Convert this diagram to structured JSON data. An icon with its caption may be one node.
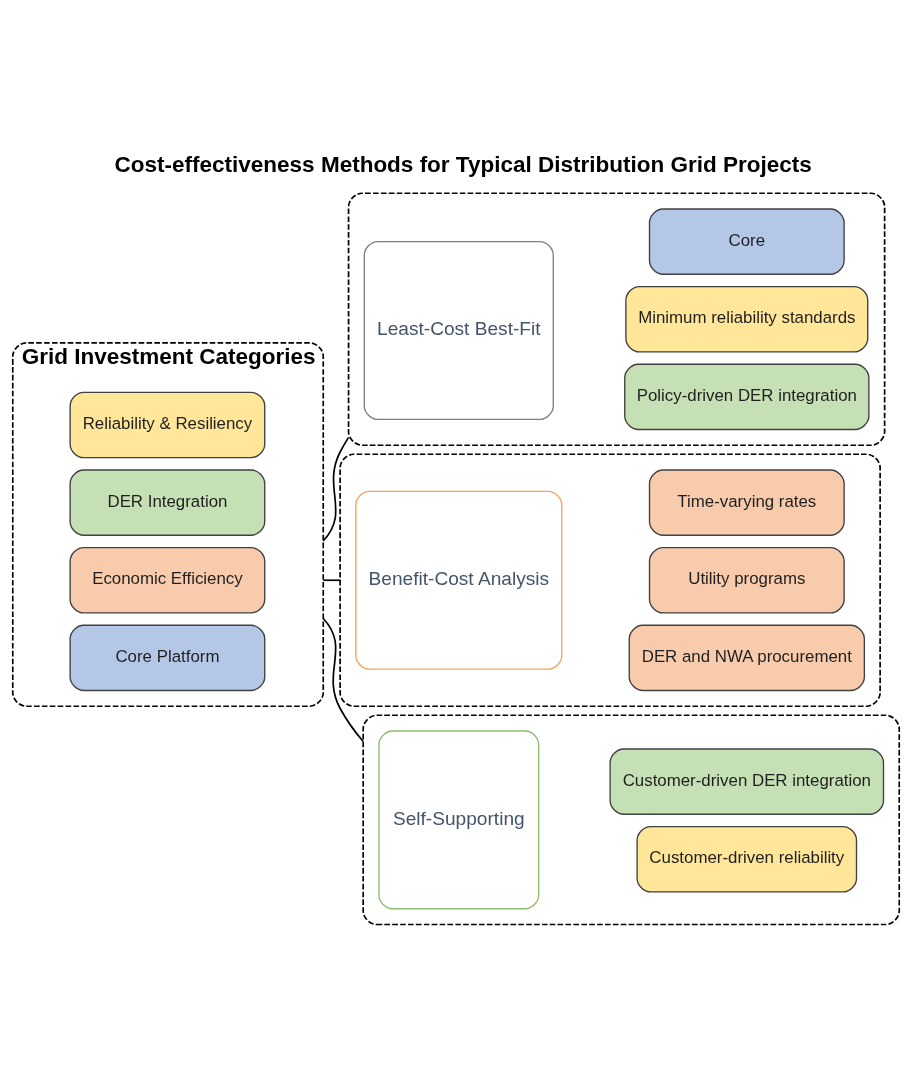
{
  "diagram": {
    "title": "Cost-effectiveness Methods for Typical Distribution Grid Projects",
    "nodes": [
      {
        "text": [
          "Grid Investment Categories"
        ]
      },
      {
        "text": [
          "Core Platform"
        ],
        "in": 0
      },
      {
        "text": [
          "Economic Efficiency"
        ],
        "in": 0
      },
      {
        "text": [
          "DER Integration"
        ],
        "in": 0
      },
      {
        "text": [
          "Reliability & Resiliency"
        ],
        "in": 0
      },
      {
        "text": [],
        "shape": "box"
      },
      {
        "text": [
          "Least-Cost Best-Fit"
        ],
        "in": 5
      },
      {
        "text": [
          "Core"
        ],
        "in": 5
      },
      {
        "text": [
          "Minimum reliability standards"
        ],
        "in": 5
      },
      {
        "text": [
          "Policy-driven DER integration"
        ],
        "in": 5
      },
      {
        "text": [],
        "shape": "box"
      },
      {
        "text": [
          "Benefit-Cost Analysis"
        ],
        "in": 10
      },
      {
        "text": [
          "Time-varying rates"
        ],
        "in": 10
      },
      {
        "text": [
          "Utility programs"
        ],
        "in": 10
      },
      {
        "text": [
          "DER and NWA procurement"
        ],
        "in": 10
      },
      {
        "text": [],
        "shape": "box"
      },
      {
        "text": [
          "Self-Supporting"
        ],
        "in": 15
      },
      {
        "text": [
          "Customer-driven DER integration"
        ],
        "in": 15
      },
      {
        "text": [
          "Customer-driven reliability"
        ],
        "in": 15
      }
    ],
    "edges": [
      {
        "from": 0,
        "to": 5,
        "arrow": "none"
      },
      {
        "from": 0,
        "to": 10,
        "arrow": "none"
      },
      {
        "from": 0,
        "to": 15,
        "arrow": "none"
      }
    ]
  }
}
